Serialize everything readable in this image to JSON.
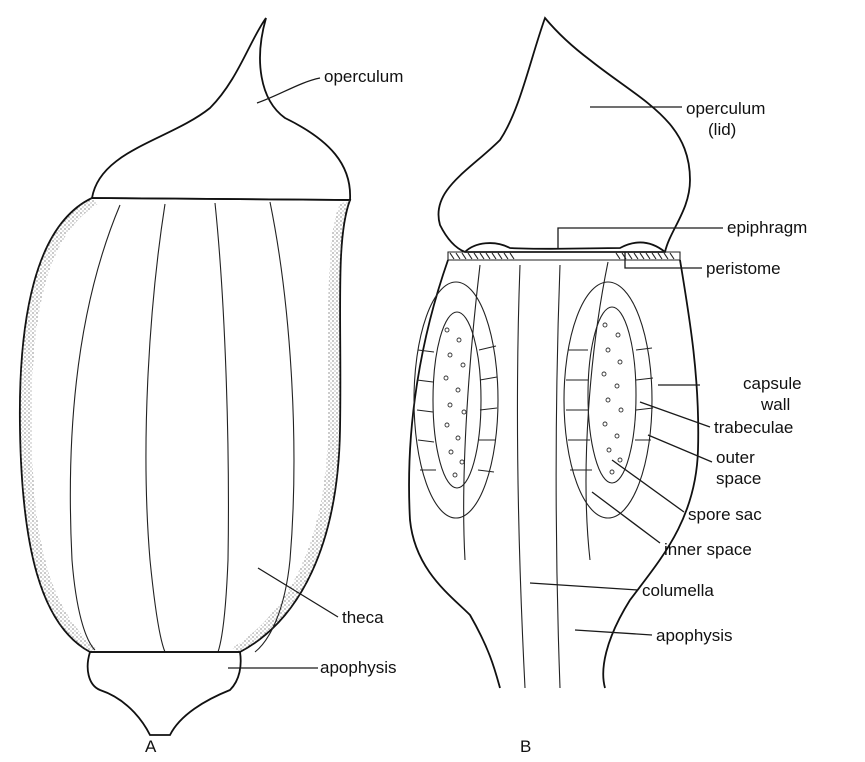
{
  "figure_a": {
    "caption": "A",
    "labels": {
      "operculum": "operculum",
      "theca": "theca",
      "apophysis": "apophysis"
    }
  },
  "figure_b": {
    "caption": "B",
    "labels": {
      "operculum_line1": "operculum",
      "operculum_line2": "(lid)",
      "epiphragm": "epiphragm",
      "peristome": "peristome",
      "capsule_wall_line1": "capsule",
      "capsule_wall_line2": "wall",
      "trabeculae": "trabeculae",
      "outer_space_line1": "outer",
      "outer_space_line2": "space",
      "spore_sac": "spore sac",
      "inner_space": "inner space",
      "columella": "columella",
      "apophysis": "apophysis"
    }
  },
  "colors": {
    "ink": "#111111",
    "paper": "#ffffff",
    "stipple": "#555555"
  }
}
